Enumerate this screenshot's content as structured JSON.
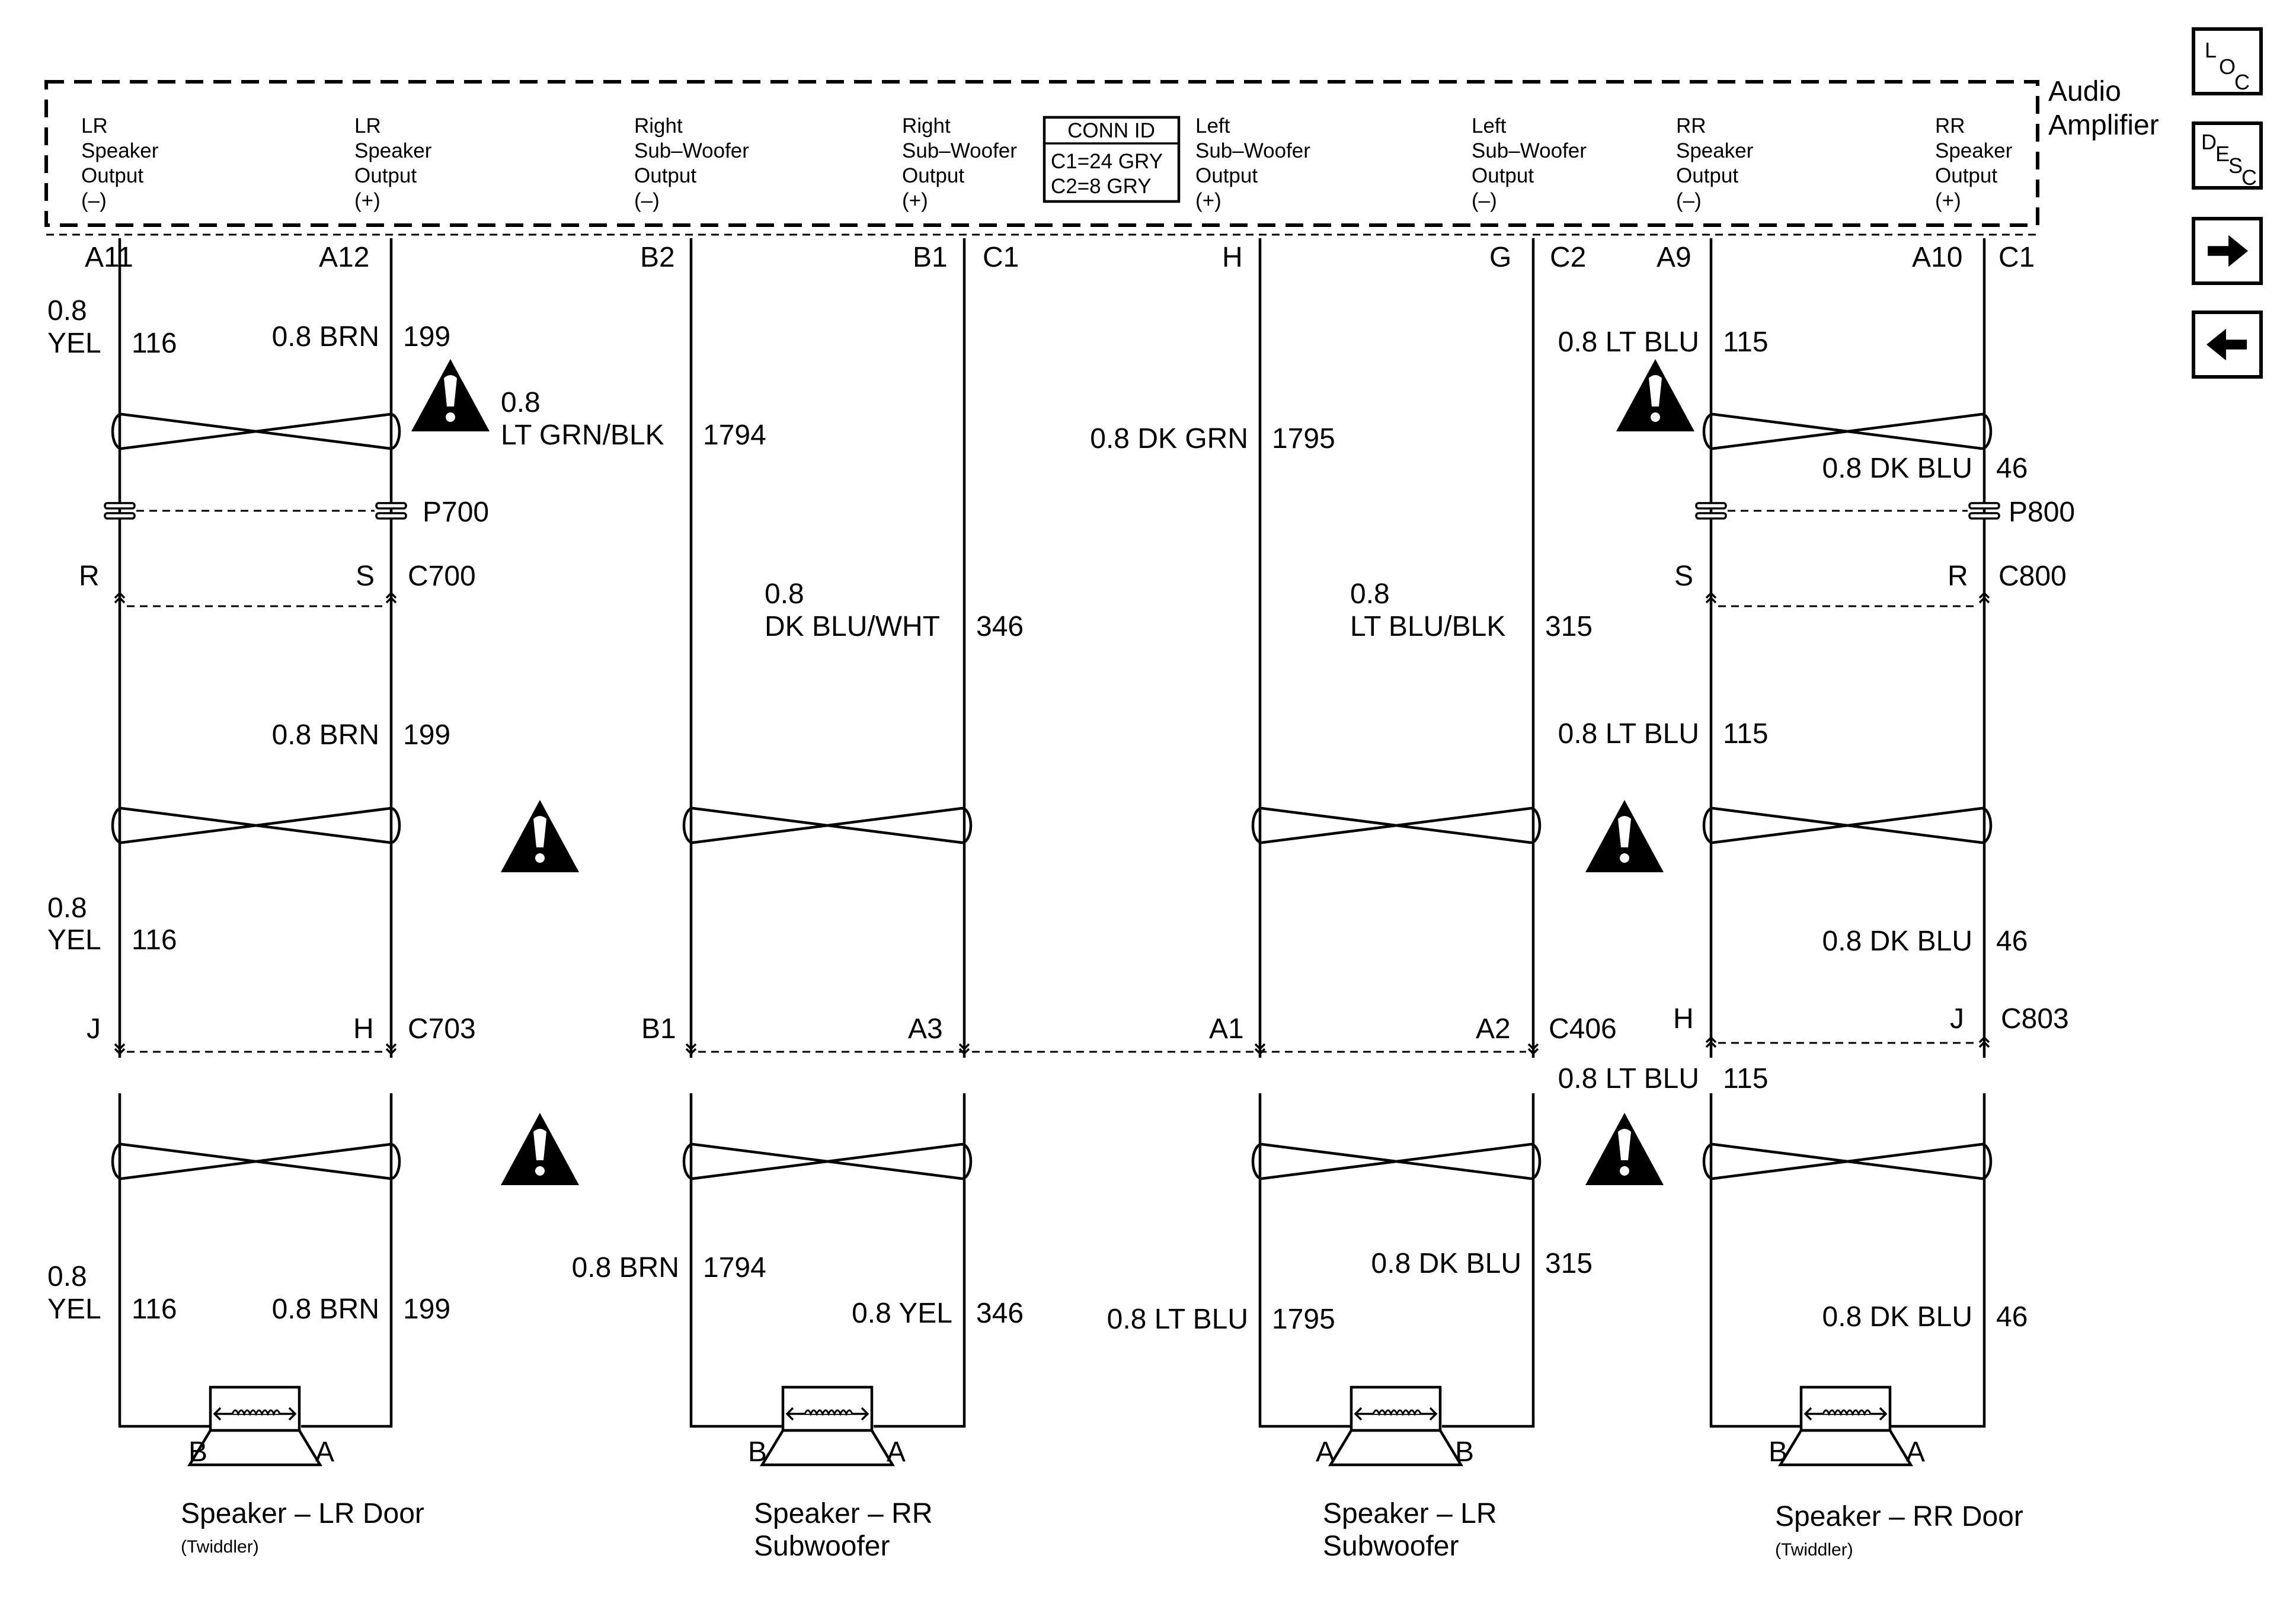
{
  "module": {
    "name_line1": "Audio",
    "name_line2": "Amplifier"
  },
  "outputs": [
    {
      "lines": [
        "LR",
        "Speaker",
        "Output",
        "(–)"
      ]
    },
    {
      "lines": [
        "LR",
        "Speaker",
        "Output",
        "(+)"
      ]
    },
    {
      "lines": [
        "Right",
        "Sub–Woofer",
        "Output",
        "(–)"
      ]
    },
    {
      "lines": [
        "Right",
        "Sub–Woofer",
        "Output",
        "(+)"
      ]
    },
    {
      "lines": [
        "Left",
        "Sub–Woofer",
        "Output",
        "(+)"
      ]
    },
    {
      "lines": [
        "Left",
        "Sub–Woofer",
        "Output",
        "(–)"
      ]
    },
    {
      "lines": [
        "RR",
        "Speaker",
        "Output",
        "(–)"
      ]
    },
    {
      "lines": [
        "RR",
        "Speaker",
        "Output",
        "(+)"
      ]
    }
  ],
  "conn_id": {
    "title": "CONN ID",
    "line1": "C1=24 GRY",
    "line2": "C2=8 GRY"
  },
  "top_pins": [
    "A11",
    "A12",
    "B2",
    "B1",
    "C1",
    "H",
    "G",
    "C2",
    "A9",
    "A10",
    "C1"
  ],
  "connectors": {
    "p700": "P700",
    "c700": "C700",
    "c700_pins": [
      "R",
      "S"
    ],
    "p800": "P800",
    "c800": "C800",
    "c800_pins": [
      "S",
      "R"
    ],
    "c703": "C703",
    "c703_pins": [
      "J",
      "H"
    ],
    "c406": "C406",
    "c406_pins": [
      "B1",
      "A3",
      "A1",
      "A2"
    ],
    "c803": "C803",
    "c803_pins": [
      "H",
      "J"
    ]
  },
  "wires": {
    "yel_gauge": "0.8",
    "yel_color": "YEL",
    "yel_circuit": "116",
    "brn": "0.8 BRN",
    "brn_circuit": "199",
    "ltgrnblk_gauge": "0.8",
    "ltgrnblk_color": "LT GRN/BLK",
    "ltgrnblk_circuit": "1794",
    "dkblu_wht_gauge": "0.8",
    "dkblu_wht_color": "DK BLU/WHT",
    "dkblu_wht_circuit": "346",
    "dkgrn": "0.8 DK GRN",
    "dkgrn_circuit": "1795",
    "ltblu_blk_gauge": "0.8",
    "ltblu_blk_color": "LT BLU/BLK",
    "ltblu_blk_circuit": "315",
    "ltblu": "0.8 LT BLU",
    "ltblu_circuit": "115",
    "dkblu": "0.8 DK BLU",
    "dkblu_circuit": "46",
    "sub_r_brn": "0.8 BRN",
    "sub_r_brn_circuit": "1794",
    "sub_r_yel": "0.8 YEL",
    "sub_r_yel_circuit": "346",
    "sub_l_ltblu": "0.8 LT BLU",
    "sub_l_ltblu_circuit": "1795",
    "sub_l_dkblu": "0.8 DK BLU",
    "sub_l_dkblu_circuit": "315"
  },
  "speakers": [
    {
      "name": "Speaker – LR Door",
      "sub": "(Twiddler)",
      "pin_left": "B",
      "pin_right": "A"
    },
    {
      "name": "Speaker – RR",
      "name2": "Subwoofer",
      "pin_left": "B",
      "pin_right": "A"
    },
    {
      "name": "Speaker – LR",
      "name2": "Subwoofer",
      "pin_left": "A",
      "pin_right": "B"
    },
    {
      "name": "Speaker – RR Door",
      "sub": "(Twiddler)",
      "pin_left": "B",
      "pin_right": "A"
    }
  ],
  "nav": {
    "loc": [
      "L",
      "O",
      "C"
    ],
    "desc": [
      "D",
      "E",
      "S",
      "C"
    ],
    "next": "next-arrow-icon",
    "prev": "prev-arrow-icon"
  }
}
